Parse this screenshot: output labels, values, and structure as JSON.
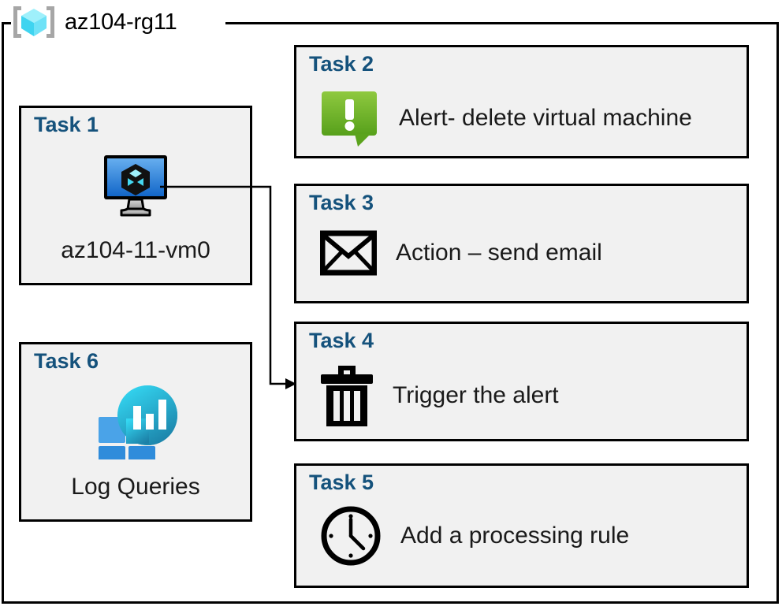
{
  "resource_group": {
    "icon": "resource-group-cube-icon",
    "title": "az104-rg11"
  },
  "colors": {
    "task_heading": "#15527c",
    "card_background": "#f1f1f1",
    "card_border": "#000000",
    "frame_border": "#000000",
    "alert_green_light": "#8dc63f",
    "alert_green_dark": "#5a9e1e",
    "vm_blue_light": "#5ba8ef",
    "vm_blue_dark": "#1565c0",
    "cube_cyan": "#67e3f9",
    "log_tile_light": "#4aa3e8",
    "log_tile_dark": "#2f8cdb",
    "log_blob_top": "#2fd0ef",
    "log_blob_bottom": "#1e7fa8"
  },
  "tasks": [
    {
      "id": "task1",
      "heading": "Task 1",
      "label": "az104-11-vm0",
      "icon": "virtual-machine-icon",
      "layout": "stacked"
    },
    {
      "id": "task2",
      "heading": "Task 2",
      "label": "Alert- delete virtual machine",
      "icon": "alert-bubble-icon",
      "layout": "inline"
    },
    {
      "id": "task3",
      "heading": "Task 3",
      "label": "Action – send email",
      "icon": "envelope-icon",
      "layout": "inline"
    },
    {
      "id": "task4",
      "heading": "Task 4",
      "label": "Trigger the alert",
      "icon": "trash-icon",
      "layout": "inline"
    },
    {
      "id": "task5",
      "heading": "Task 5",
      "label": "Add a processing rule",
      "icon": "clock-icon",
      "layout": "inline"
    },
    {
      "id": "task6",
      "heading": "Task 6",
      "label": "Log Queries",
      "icon": "log-analytics-icon",
      "layout": "stacked"
    }
  ],
  "connector": {
    "from": "task1-virtual-machine-icon",
    "to": "task4",
    "arrow": "arrowhead-right"
  }
}
